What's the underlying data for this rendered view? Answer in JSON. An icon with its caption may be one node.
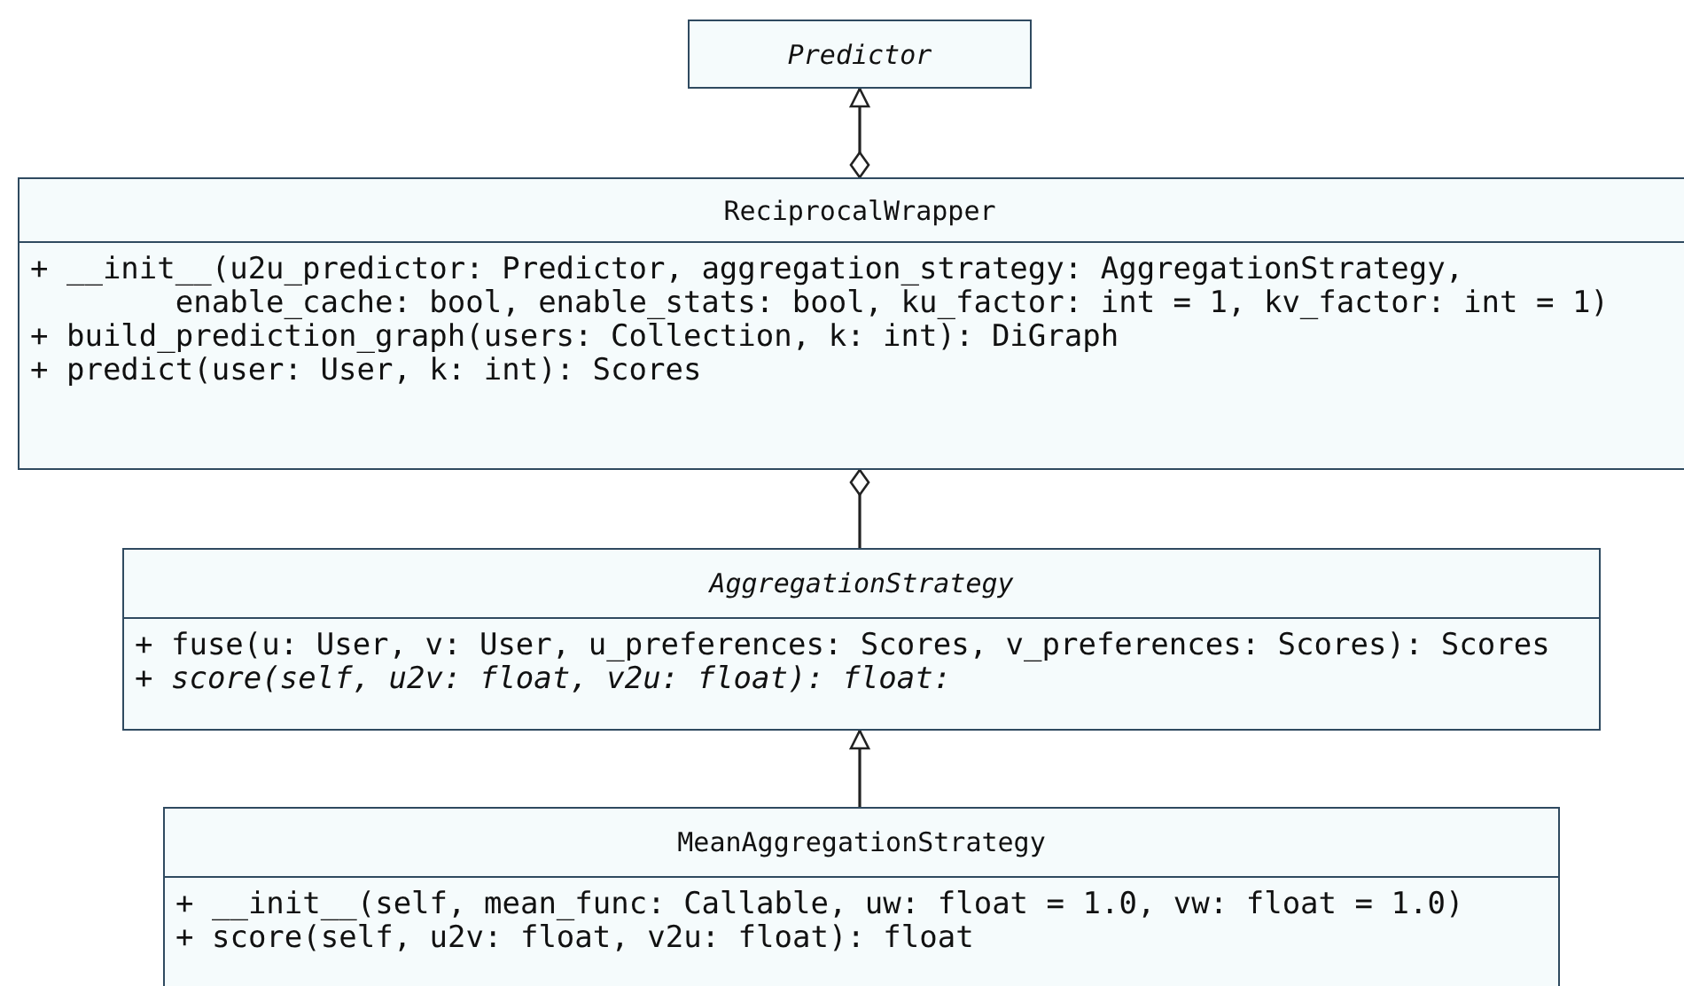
{
  "diagram": {
    "nodes": [
      {
        "text": [
          "Predictor"
        ]
      },
      {
        "text": [
          "ReciprocalWrapper",
          "+ __init__(u2u_predictor: Predictor, aggregation_strategy: AggregationStrategy, enable_cache: bool, enable_stats: bool, ku_factor: int = 1, kv_factor: int = 1)",
          "+ build_prediction_graph(users: Collection, k: int): DiGraph",
          "+ predict(user: User, k: int): Scores"
        ]
      },
      {
        "text": [
          "AggregationStrategy",
          "+ fuse(u: User, v: User, u_preferences: Scores, v_preferences: Scores): Scores",
          "+ score(self, u2v: float, v2u: float): float:"
        ]
      },
      {
        "text": [
          "MeanAggregationStrategy",
          "+ __init__(self, mean_func: Callable, uw: float = 1.0, vw: float = 1.0)",
          "+ score(self, u2v: float, v2u: float): float"
        ]
      }
    ],
    "edges": [
      {
        "from": 1,
        "to": 0,
        "arrow": "to"
      },
      {
        "from": 1,
        "to": 2,
        "arrow": "other"
      },
      {
        "from": 3,
        "to": 2,
        "arrow": "to"
      }
    ]
  }
}
